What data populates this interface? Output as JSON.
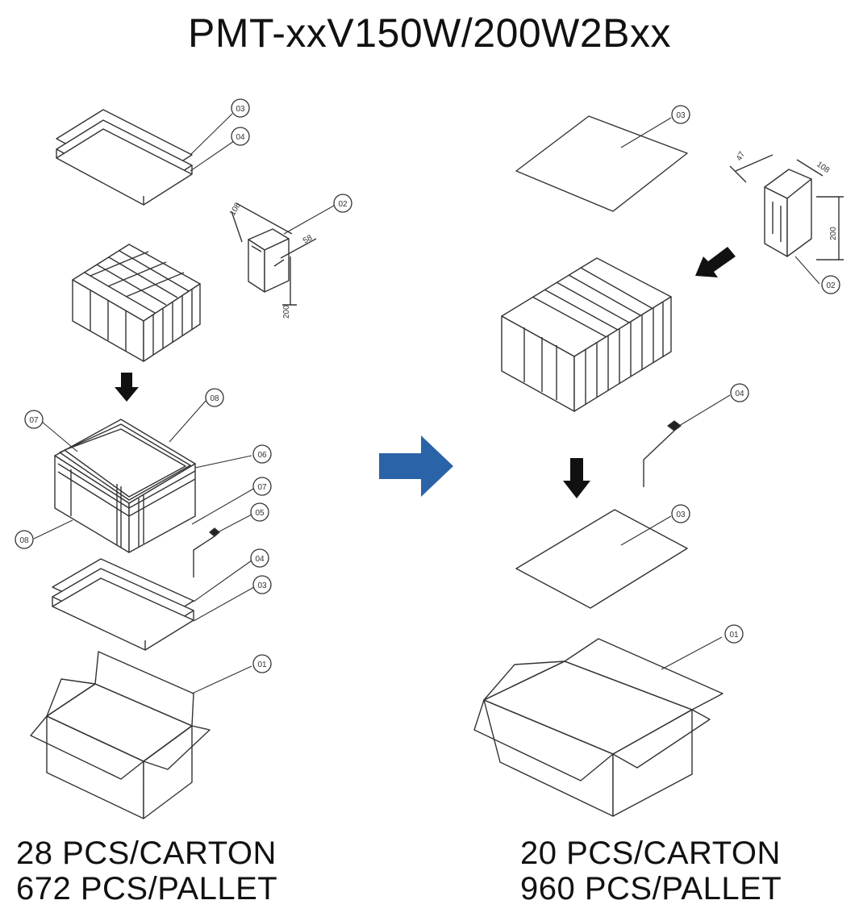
{
  "title": "PMT-xxV150W/200W2Bxx",
  "left_config": {
    "callouts": [
      "03",
      "04",
      "02",
      "07",
      "08",
      "06",
      "07",
      "05",
      "08",
      "04",
      "03",
      "01"
    ],
    "dimensions": [
      "108",
      "58",
      "200"
    ],
    "pcs_per_carton": "28 PCS/CARTON",
    "pcs_per_pallet": "672 PCS/PALLET"
  },
  "right_config": {
    "callouts": [
      "03",
      "02",
      "04",
      "03",
      "01"
    ],
    "dimensions": [
      "47",
      "108",
      "200"
    ],
    "pcs_per_carton": "20 PCS/CARTON",
    "pcs_per_pallet": "960 PCS/PALLET"
  },
  "colors": {
    "arrow": "#2b63a8",
    "line": "#333333"
  },
  "icons": [
    "right-arrow-icon",
    "down-arrow-icon"
  ]
}
